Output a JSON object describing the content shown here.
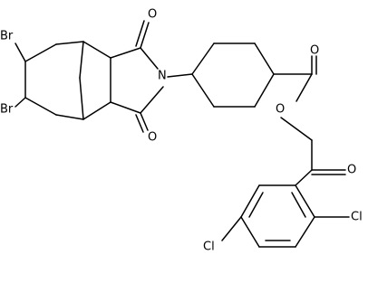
{
  "molecule": {
    "atoms": {
      "br_top": "Br",
      "br_bottom": "Br",
      "o_imide_top": "O",
      "o_imide_bottom": "O",
      "n_imide": "N",
      "o_ester_carbonyl": "O",
      "o_ester_ether": "O",
      "o_ketone": "O",
      "cl_ortho": "Cl",
      "cl_para": "Cl"
    }
  },
  "colors": {
    "bond": "#000000",
    "label": "#000000",
    "background": "#ffffff"
  }
}
